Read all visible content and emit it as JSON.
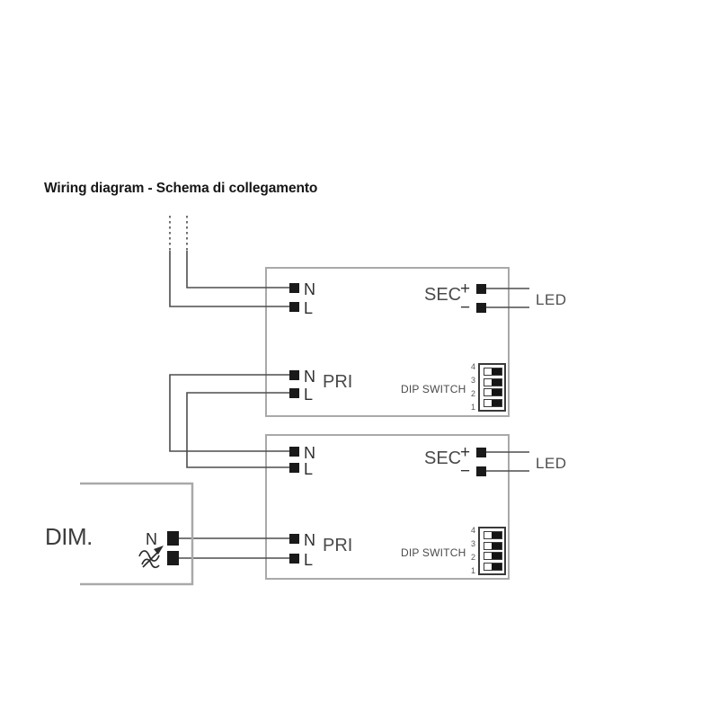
{
  "title": "Wiring diagram - Schema di collegamento",
  "driver1": {
    "input_n": "N",
    "input_l": "L",
    "sec_label": "SEC",
    "plus": "+",
    "minus": "−",
    "led_label": "LED",
    "pri_label": "PRI",
    "pri_n": "N",
    "pri_l": "L",
    "dip_label": "DIP SWITCH",
    "dip_numbers": [
      "4",
      "3",
      "2",
      "1"
    ]
  },
  "driver2": {
    "input_n": "N",
    "input_l": "L",
    "sec_label": "SEC",
    "plus": "+",
    "minus": "−",
    "led_label": "LED",
    "pri_label": "PRI",
    "pri_n": "N",
    "pri_l": "L",
    "dip_label": "DIP SWITCH",
    "dip_numbers": [
      "4",
      "3",
      "2",
      "1"
    ]
  },
  "dim": {
    "label": "DIM.",
    "n_label": "N"
  }
}
